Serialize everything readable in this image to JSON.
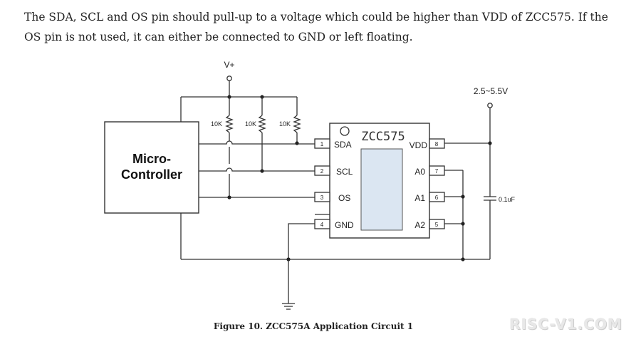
{
  "paragraph": "The SDA, SCL and OS pin should pull-up to a voltage which could be higher than VDD of ZCC575. If the OS pin is not used, it can either be connected to GND or left floating.",
  "supply_label": "V+",
  "vdd_range_label": "2.5~5.5V",
  "microcontroller_line1": "Micro-",
  "microcontroller_line2": "Controller",
  "chip_name": "ZCC575",
  "resistors": [
    {
      "label": "10K"
    },
    {
      "label": "10K"
    },
    {
      "label": "10K"
    }
  ],
  "capacitor_label": "0.1uF",
  "pins_left": [
    {
      "number": "1",
      "name": "SDA"
    },
    {
      "number": "2",
      "name": "SCL"
    },
    {
      "number": "3",
      "name": "OS"
    },
    {
      "number": "4",
      "name": "GND"
    }
  ],
  "pins_right": [
    {
      "number": "8",
      "name": "VDD"
    },
    {
      "number": "7",
      "name": "A0"
    },
    {
      "number": "6",
      "name": "A1"
    },
    {
      "number": "5",
      "name": "A2"
    }
  ],
  "caption": "Figure 10. ZCC575A  Application Circuit 1",
  "watermark": "RISC-V1.COM"
}
